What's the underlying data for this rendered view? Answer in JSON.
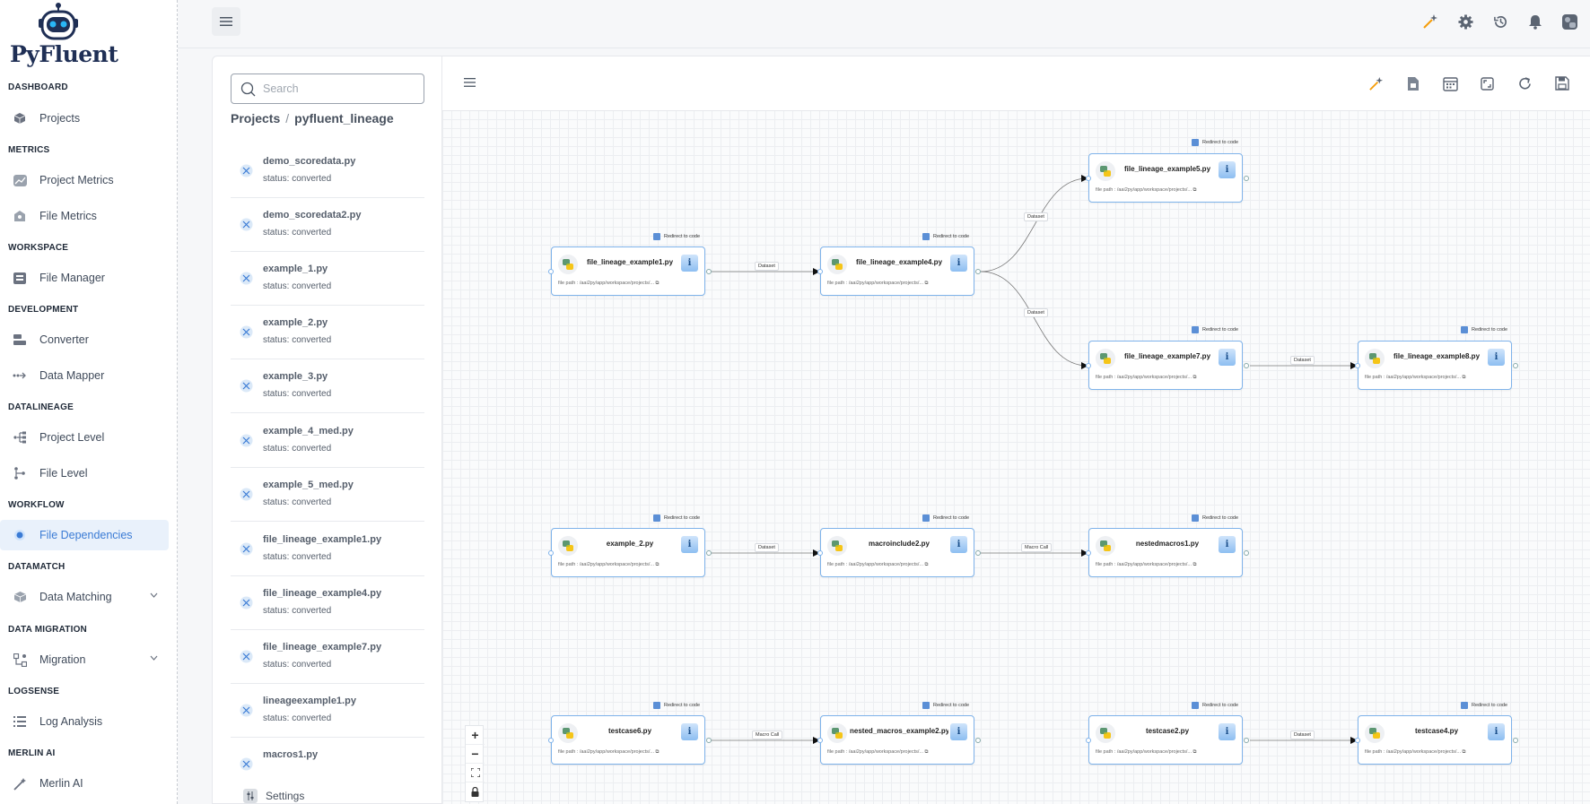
{
  "app": {
    "brand": "PyFluent"
  },
  "sidebar": {
    "sections": [
      {
        "title": "DASHBOARD",
        "items": [
          {
            "label": "Projects",
            "icon": "cube-icon"
          }
        ]
      },
      {
        "title": "METRICS",
        "items": [
          {
            "label": "Project Metrics",
            "icon": "chart-icon"
          },
          {
            "label": "File Metrics",
            "icon": "hexagon-icon"
          }
        ]
      },
      {
        "title": "WORKSPACE",
        "items": [
          {
            "label": "File Manager",
            "icon": "folder-icon"
          }
        ]
      },
      {
        "title": "DEVELOPMENT",
        "items": [
          {
            "label": "Converter",
            "icon": "converter-icon"
          },
          {
            "label": "Data Mapper",
            "icon": "mapper-icon"
          }
        ]
      },
      {
        "title": "DATALINEAGE",
        "items": [
          {
            "label": "Project Level",
            "icon": "tree-icon"
          },
          {
            "label": "File Level",
            "icon": "branch-icon"
          }
        ]
      },
      {
        "title": "WORKFLOW",
        "items": [
          {
            "label": "File Dependencies",
            "icon": "radio-icon",
            "active": true
          }
        ]
      },
      {
        "title": "DATAMATCH",
        "items": [
          {
            "label": "Data Matching",
            "icon": "boxes-icon",
            "expandable": true
          }
        ]
      },
      {
        "title": "DATA MIGRATION",
        "items": [
          {
            "label": "Migration",
            "icon": "migration-icon",
            "expandable": true
          }
        ]
      },
      {
        "title": "LOGSENSE",
        "items": [
          {
            "label": "Log Analysis",
            "icon": "list-icon"
          }
        ]
      },
      {
        "title": "MERLIN AI",
        "items": [
          {
            "label": "Merlin AI",
            "icon": "wand-icon"
          }
        ]
      }
    ]
  },
  "filepanel": {
    "search_placeholder": "Search",
    "breadcrumb": {
      "root": "Projects",
      "sep": "/",
      "current": "pyfluent_lineage"
    },
    "files": [
      {
        "name": "demo_scoredata.py",
        "status": "status: converted"
      },
      {
        "name": "demo_scoredata2.py",
        "status": "status: converted"
      },
      {
        "name": "example_1.py",
        "status": "status: converted"
      },
      {
        "name": "example_2.py",
        "status": "status: converted"
      },
      {
        "name": "example_3.py",
        "status": "status: converted"
      },
      {
        "name": "example_4_med.py",
        "status": "status: converted"
      },
      {
        "name": "example_5_med.py",
        "status": "status: converted"
      },
      {
        "name": "file_lineage_example1.py",
        "status": "status: converted"
      },
      {
        "name": "file_lineage_example4.py",
        "status": "status: converted"
      },
      {
        "name": "file_lineage_example7.py",
        "status": "status: converted"
      },
      {
        "name": "lineageexample1.py",
        "status": "status: converted"
      },
      {
        "name": "macros1.py",
        "status": ""
      }
    ],
    "settings_label": "Settings"
  },
  "canvas": {
    "redirect_label": "Redirect to code",
    "path_text": "file path : /aai2py/app/workspace/projects/...",
    "info_label": "i",
    "nodes": [
      {
        "id": "n1",
        "title": "file_lineage_example1.py"
      },
      {
        "id": "n2",
        "title": "file_lineage_example4.py"
      },
      {
        "id": "n3",
        "title": "file_lineage_example5.py"
      },
      {
        "id": "n4",
        "title": "file_lineage_example7.py"
      },
      {
        "id": "n5",
        "title": "file_lineage_example8.py"
      },
      {
        "id": "n6",
        "title": "example_2.py"
      },
      {
        "id": "n7",
        "title": "macroinclude2.py"
      },
      {
        "id": "n8",
        "title": "nestedmacros1.py"
      },
      {
        "id": "n9",
        "title": "testcase6.py"
      },
      {
        "id": "n10",
        "title": "nested_macros_example2.py"
      },
      {
        "id": "n11",
        "title": "testcase2.py"
      },
      {
        "id": "n12",
        "title": "testcase4.py"
      }
    ],
    "edges": [
      {
        "from": "n1",
        "to": "n2",
        "label": "Dataset"
      },
      {
        "from": "n2",
        "to": "n3",
        "label": "Dataset"
      },
      {
        "from": "n2",
        "to": "n4",
        "label": "Dataset"
      },
      {
        "from": "n4",
        "to": "n5",
        "label": "Dataset"
      },
      {
        "from": "n6",
        "to": "n7",
        "label": "Dataset"
      },
      {
        "from": "n7",
        "to": "n8",
        "label": "Macro Call"
      },
      {
        "from": "n9",
        "to": "n10",
        "label": "Macro Call"
      },
      {
        "from": "n11",
        "to": "n12",
        "label": "Dataset"
      }
    ],
    "zoom": {
      "in": "+",
      "out": "−"
    }
  },
  "colors": {
    "accent": "#3a7bd5",
    "node_border": "#7fb3ea",
    "active_bg": "#e9f1fb"
  }
}
